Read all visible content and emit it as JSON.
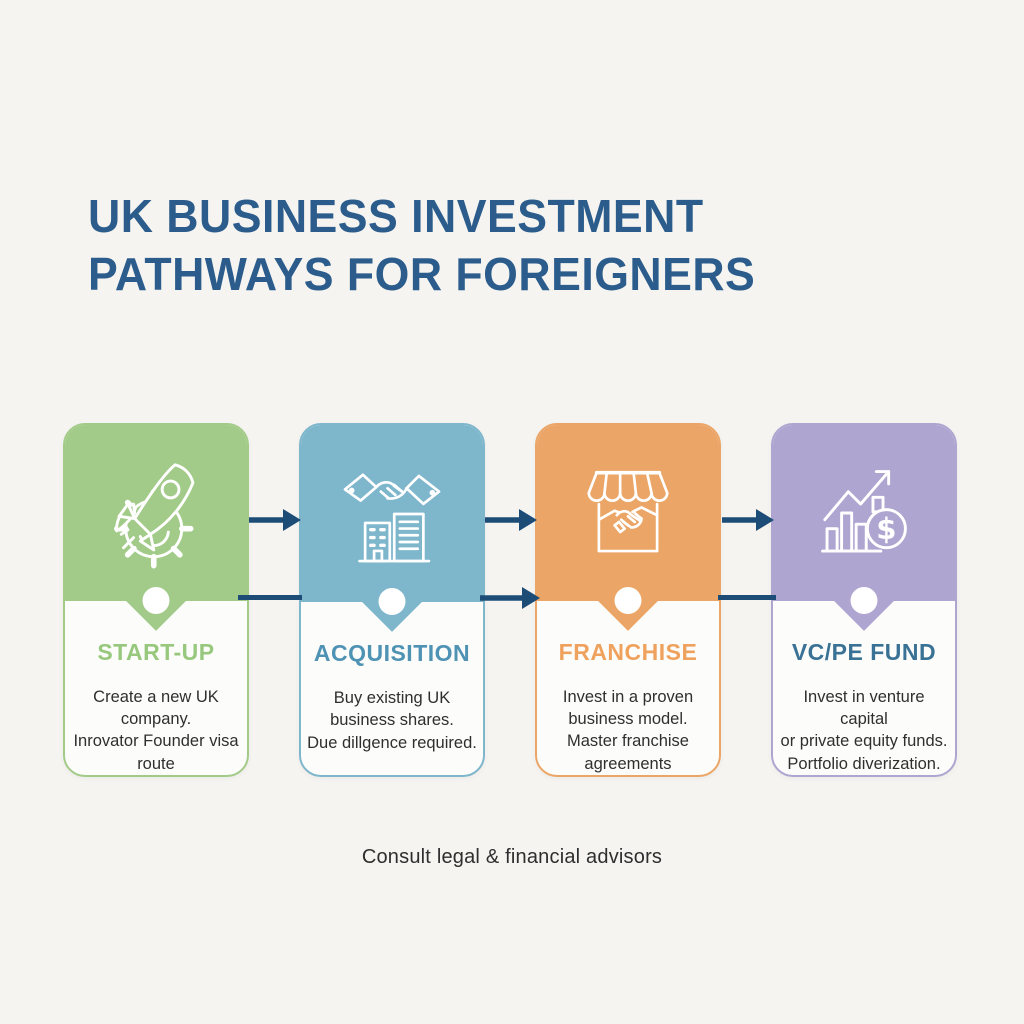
{
  "title": {
    "line1": "UK BUSINESS INVESTMENT",
    "line2": "PATHWAYS FOR FOREIGNERS"
  },
  "colors": {
    "background": "#f5f4f1",
    "title": "#2b5c8b",
    "arrow": "#1d4d77",
    "body_text": "#2f2f2f"
  },
  "flow": {
    "arrow_icon": "right-arrow-icon",
    "line_icon": "connector-line"
  },
  "cards": [
    {
      "heading": "START-UP",
      "icon": "rocket-gear-icon",
      "color": "#a2cb89",
      "heading_color": "#98c87e",
      "description": "Create a new UK company.\nInrovator Founder visa route"
    },
    {
      "heading": "ACQUISITION",
      "icon": "handshake-buildings-icon",
      "color": "#7eb6cc",
      "heading_color": "#4e92b4",
      "description": "Buy existing UK\nbusiness shares.\nDue dillgence required."
    },
    {
      "heading": "FRANCHISE",
      "icon": "storefront-handshake-icon",
      "color": "#eba566",
      "heading_color": "#efa25d",
      "description": "Invest in a proven\nbusiness model.\nMaster franchise\nagreements"
    },
    {
      "heading": "VC/PE FUND",
      "icon": "growth-chart-dollar-icon",
      "color": "#aea6d0",
      "heading_color": "#3a7295",
      "description": "Invest in venture capital\nor private equity funds.\nPortfolio diverization."
    }
  ],
  "footer": {
    "note": "Consult legal & financial advisors"
  }
}
